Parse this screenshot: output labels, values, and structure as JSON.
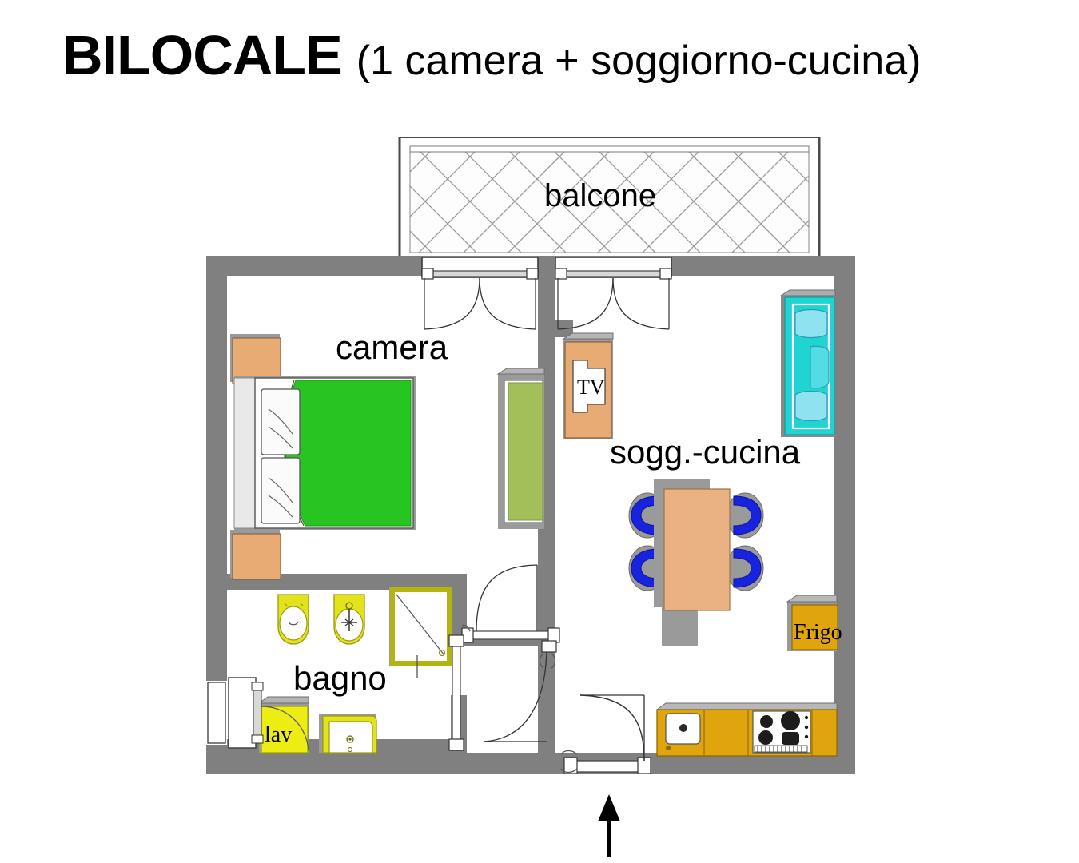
{
  "title": {
    "main": "BILOCALE",
    "subtitle": "(1 camera + soggiorno-cucina)"
  },
  "rooms": [
    {
      "id": "balcone",
      "label": "balcone"
    },
    {
      "id": "camera",
      "label": "camera"
    },
    {
      "id": "sogg-cucina",
      "label": "sogg.-cucina"
    },
    {
      "id": "bagno",
      "label": "bagno"
    }
  ],
  "furniture_labels": {
    "tv": "TV",
    "frigo": "Frigo",
    "lav": "lav"
  },
  "colors": {
    "wall": "#808080",
    "wall_dark": "#6e6e6e",
    "bed_cover": "#27c422",
    "nightstand": "#e8ab74",
    "wardrobe_green": "#a3bf5a",
    "tv_cabinet": "#e8ab74",
    "sofa": "#21d4d4",
    "sofa_cushion": "#8fe2ef",
    "dining_table": "#eab183",
    "chair_blue": "#1823e0",
    "chair_gray": "#9a9a9a",
    "fridge": "#e0a50c",
    "kitchen_counter": "#e0a50c",
    "bathroom_fixture": "#e3e31b",
    "washing_machine": "#eded14",
    "shower_frame": "#d6d61a",
    "door_line": "#333333",
    "background": "#ffffff",
    "text": "#000000"
  },
  "plan": {
    "balcony_pattern": "diagonal-crosshatch",
    "entrance_marker": "up-arrow",
    "doors": [
      {
        "name": "bathroom-door",
        "swing": "upper-left"
      },
      {
        "name": "bedroom-door",
        "swing": "lower-left"
      },
      {
        "name": "entrance-door",
        "swing": "lower-right"
      }
    ],
    "windows": [
      {
        "name": "balcony-french-door-left"
      },
      {
        "name": "balcony-french-door-right"
      },
      {
        "name": "bathroom-window-left-wall"
      }
    ],
    "fixtures": [
      {
        "name": "double-bed"
      },
      {
        "name": "nightstand-top"
      },
      {
        "name": "nightstand-bottom"
      },
      {
        "name": "wardrobe"
      },
      {
        "name": "tv-cabinet"
      },
      {
        "name": "sofa"
      },
      {
        "name": "dining-table"
      },
      {
        "name": "dining-chair",
        "count": 4
      },
      {
        "name": "refrigerator"
      },
      {
        "name": "kitchen-sink"
      },
      {
        "name": "cooktop"
      },
      {
        "name": "toilet"
      },
      {
        "name": "bidet"
      },
      {
        "name": "shower"
      },
      {
        "name": "washing-machine"
      },
      {
        "name": "bathroom-sink"
      }
    ]
  }
}
